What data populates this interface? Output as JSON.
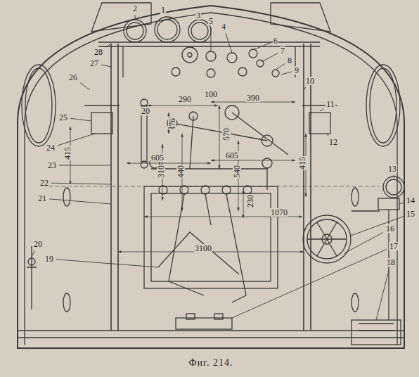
{
  "diagram": {
    "caption": "Фиг. 214.",
    "labels": [
      "2",
      "1",
      "3",
      "5",
      "4",
      "28",
      "27",
      "6",
      "7",
      "8",
      "9",
      "10",
      "26",
      "20",
      "290",
      "100",
      "390",
      "11",
      "12",
      "25",
      "76",
      "570",
      "24",
      "415",
      "605",
      "605",
      "415",
      "23",
      "13",
      "310",
      "440",
      "540",
      "22",
      "14",
      "21",
      "230",
      "15",
      "1070",
      "16",
      "20",
      "19",
      "3100",
      "17",
      "18"
    ]
  }
}
